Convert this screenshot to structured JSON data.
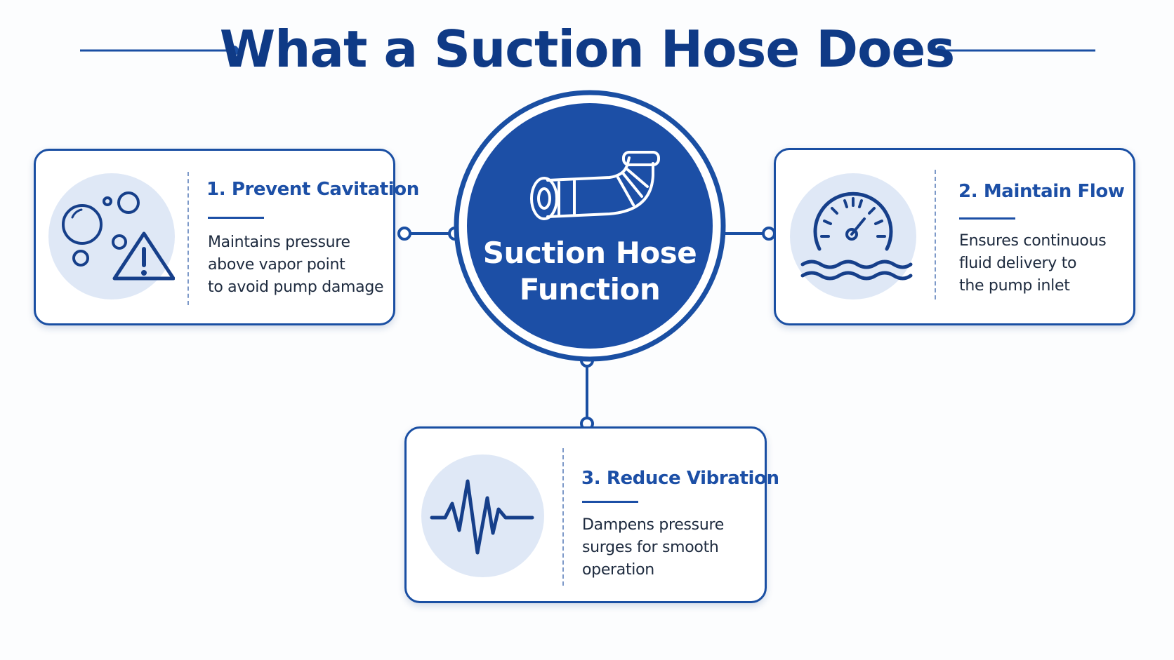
{
  "title": "What a Suction Hose Does",
  "center": {
    "line1": "Suction Hose",
    "line2": "Function",
    "icon": "hose-elbow-icon"
  },
  "cards": [
    {
      "title": "1. Prevent Cavitation",
      "lines": [
        "Maintains pressure",
        "above vapor point",
        "to avoid pump damage"
      ],
      "icon": "bubbles-warning-icon"
    },
    {
      "title": "2. Maintain Flow",
      "lines": [
        "Ensures continuous",
        "fluid delivery to",
        "the pump inlet"
      ],
      "icon": "gauge-waves-icon"
    },
    {
      "title": "3. Reduce Vibration",
      "lines": [
        "Dampens pressure",
        "surges for smooth",
        "operation"
      ],
      "icon": "pulse-wave-icon"
    }
  ],
  "colors": {
    "title": "#0f3a86",
    "accent": "#1c4fa6",
    "hub_fill": "#1c4fa6",
    "icon_bg": "#dfe8f6"
  }
}
